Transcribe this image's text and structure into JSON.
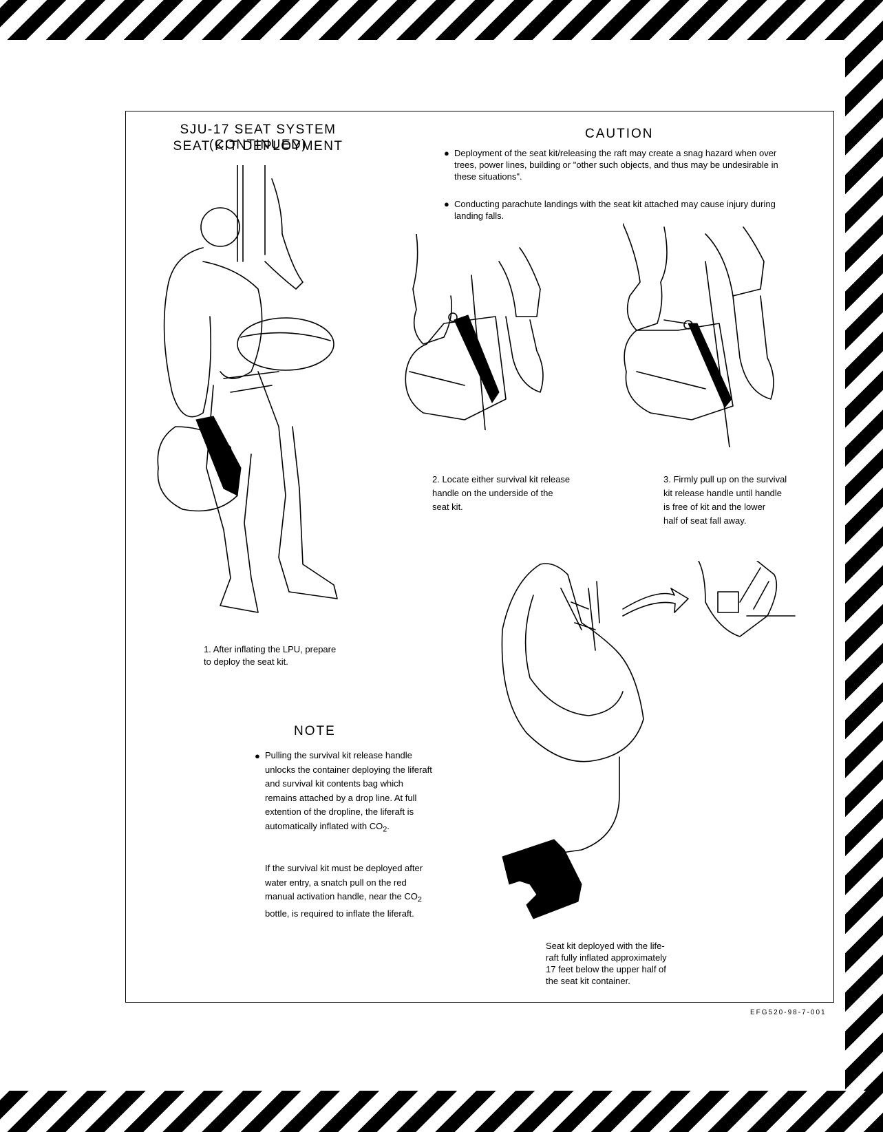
{
  "title": {
    "line1": "SJU-17 SEAT SYSTEM (CONTINUED)",
    "line2": "SEAT KIT DEPLOYMENT"
  },
  "caution": {
    "heading": "CAUTION",
    "items": [
      "Deployment of the seat kit/releasing the raft may create a snag hazard when over trees, power lines, building or \"other such objects, and thus may be undesirable in these situations\".",
      "Conducting parachute landings with the seat kit attached may cause injury during landing falls."
    ]
  },
  "steps": {
    "step1": "1. After inflating the LPU, prepare\n    to deploy the seat kit.",
    "step2": "2. Locate either survival kit release\n    handle on the underside of the\n    seat kit.",
    "step3": "3. Firmly pull up on the survival\n    kit release handle until handle\n    is free of kit and the lower\n    half of seat fall away."
  },
  "note": {
    "heading": "NOTE",
    "para1_pre": "Pulling the survival kit release handle unlocks the container deploying the liferaft and survival kit contents bag which remains attached by a drop line. At full extention of the dropline, the liferaft is automatically inflated with CO",
    "para1_sub": "2",
    "para1_post": ".",
    "para2_pre": "If the survival kit must be deployed after water entry, a snatch pull on the red manual activation handle, near the CO",
    "para2_sub": "2",
    "para2_post": " bottle, is required to inflate the liferaft."
  },
  "deployed_caption": "Seat kit deployed with the life-\nraft fully inflated approximately\n17 feet below the upper half of\nthe seat kit container.",
  "figure_id": "EFG520-98-7-001"
}
